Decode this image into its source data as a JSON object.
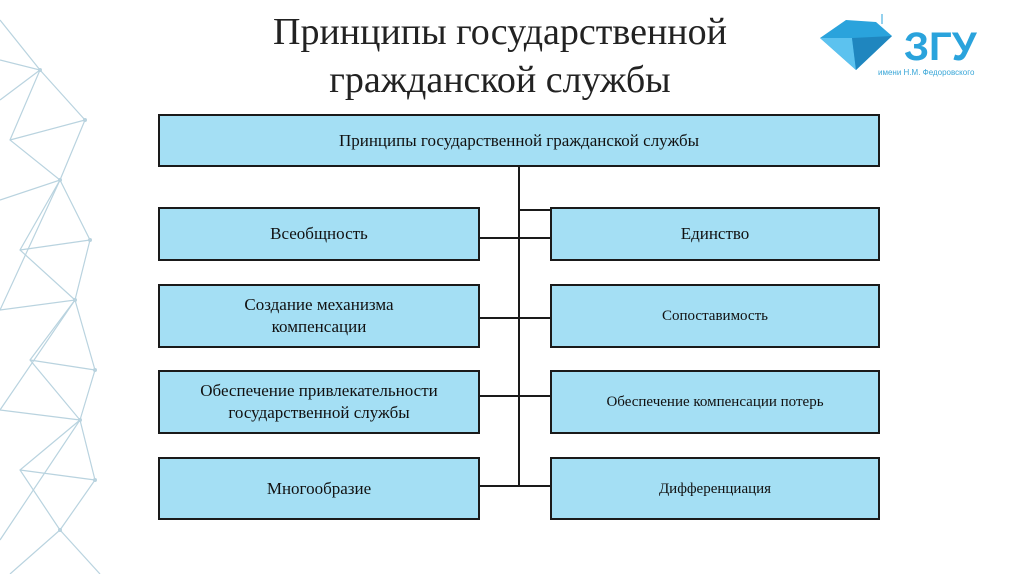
{
  "title_line1": "Принципы государственной",
  "title_line2": "гражданской службы",
  "logo": {
    "text": "ЗГУ",
    "subtitle": "имени Н.М. Федоровского",
    "color": "#2aa3dc"
  },
  "diagram": {
    "root": "Принципы государственной гражданской службы",
    "left": [
      "Всеобщность",
      "Создание механизма компенсации",
      "Обеспечение привлекательности государственной службы",
      "Многообразие"
    ],
    "right": [
      "Единство",
      "Сопоставимость",
      "Обеспечение компенсации потерь",
      "Дифференциация"
    ]
  },
  "colors": {
    "box_fill": "#a4dff4",
    "border": "#1a1a1a",
    "bg_lines": "#b9d3df"
  }
}
